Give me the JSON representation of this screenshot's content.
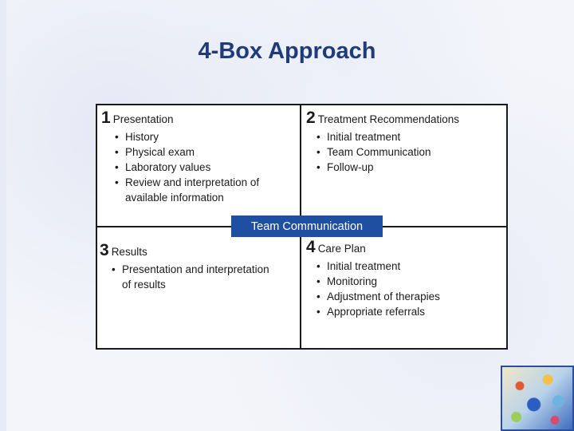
{
  "title": "4-Box Approach",
  "banner": "Team Communication",
  "boxes": [
    {
      "number": "1",
      "title": "Presentation",
      "items": [
        "History",
        "Physical exam",
        "Laboratory values",
        "Review and interpretation of",
        "available information"
      ]
    },
    {
      "number": "2",
      "title": "Treatment Recommendations",
      "items": [
        "Initial treatment",
        "Team Communication",
        "Follow-up"
      ]
    },
    {
      "number": "3",
      "title": "Results",
      "items": [
        "Presentation and interpretation",
        "of results"
      ]
    },
    {
      "number": "4",
      "title": "Care Plan",
      "items": [
        "Initial treatment",
        "Monitoring",
        "Adjustment of therapies",
        "Appropriate referrals"
      ]
    }
  ],
  "bullet": "•",
  "colors": {
    "title": "#1f3b7a",
    "banner_bg": "#1e4fa0",
    "banner_text": "#ffffff",
    "grid_lines": "#1a1a1a"
  },
  "icons": {
    "corner_art": "impressionist-painting-thumbnail"
  }
}
